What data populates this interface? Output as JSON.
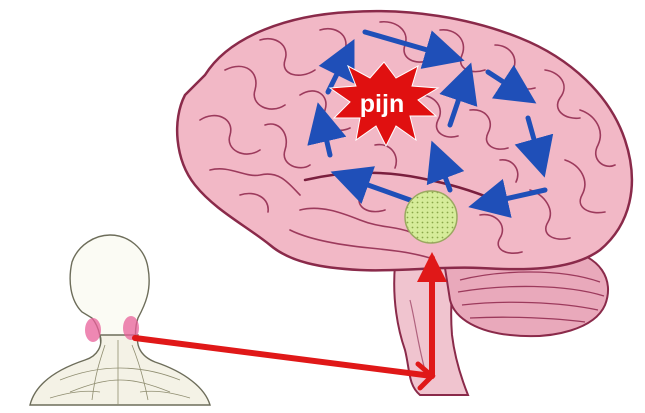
{
  "diagram": {
    "burst_label": "pijn",
    "colors": {
      "brain_fill": "#f2b8c6",
      "brain_stroke": "#8a2a4a",
      "brain_fold": "#9c3a5c",
      "cerebellum_fill": "#e9a9bb",
      "brainstem_fill": "#f0c4cf",
      "arrow_blue": "#1f4fb8",
      "arrow_red": "#e01818",
      "burst_red": "#e01010",
      "thalamus_fill": "#d6ec9a",
      "neck_pain": "#e8609a"
    },
    "icons": {
      "burst": "starburst-icon",
      "thalamus": "thalamus-circle",
      "figure": "neck-figure"
    }
  }
}
